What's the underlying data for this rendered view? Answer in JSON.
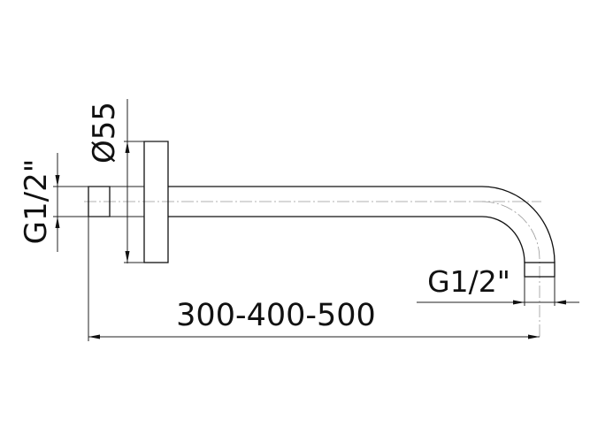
{
  "dimensions": {
    "inlet_thread": "G1/2\"",
    "plate_diameter": "Ø55",
    "outlet_thread": "G1/2\"",
    "length": "300-400-500"
  }
}
